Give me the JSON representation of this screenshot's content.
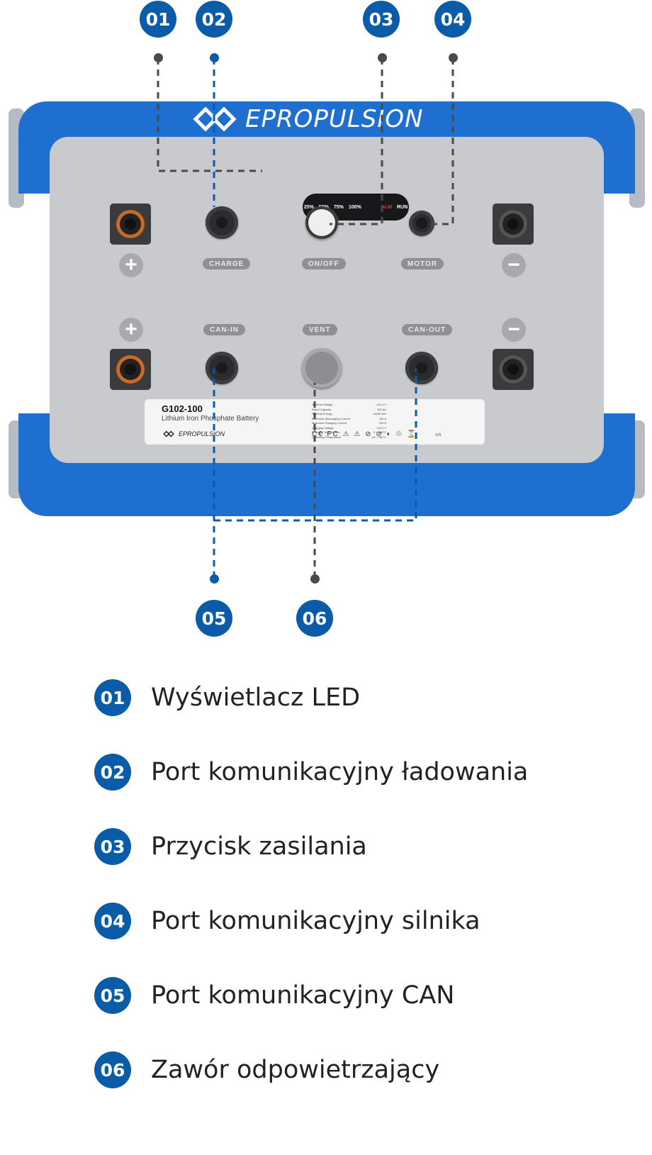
{
  "callouts": {
    "top": [
      "01",
      "02",
      "03",
      "04"
    ],
    "bottom": [
      "05",
      "06"
    ]
  },
  "battery": {
    "brand": "EPROPULSION",
    "led_levels": [
      "25%",
      "50%",
      "75%",
      "100%"
    ],
    "led_alm": "ALM",
    "led_run": "RUN",
    "ports": {
      "charge": "CHARGE",
      "onoff": "ON/OFF",
      "motor": "MOTOR",
      "can_in": "CAN-IN",
      "vent": "VENT",
      "can_out": "CAN-OUT"
    },
    "signs": {
      "plus": "+",
      "minus": "−"
    },
    "label": {
      "model": "G102-100",
      "subtitle": "Lithium Iron Phosphate Battery",
      "brand": "EPROPULSION",
      "specs_left": [
        {
          "k": "Nominal Voltage",
          "v": "102.4 V"
        },
        {
          "k": "Rated Capacity",
          "v": "100 AH"
        },
        {
          "k": "Nominal Energy",
          "v": "10240 WH"
        },
        {
          "k": "Maximum Discharging Current",
          "v": "150 A"
        }
      ],
      "specs_right": [
        {
          "k": "Maximum Charging Current",
          "v": "100 A"
        },
        {
          "k": "Charging Voltage",
          "v": "115.2 V"
        },
        {
          "k": "Charging Temperature",
          "v": "0 ~ +55°C"
        },
        {
          "k": "Operating Temperature",
          "v": "-10 ~ +60°C"
        }
      ],
      "cert": "C€ FC ⚠ ⚠ ⊘ ⊘ ◐ ♲ ⌛",
      "sn_label": "S/N"
    }
  },
  "legend": [
    {
      "num": "01",
      "text": "Wyświetlacz LED"
    },
    {
      "num": "02",
      "text": "Port komunikacyjny ładowania"
    },
    {
      "num": "03",
      "text": "Przycisk zasilania"
    },
    {
      "num": "04",
      "text": "Port komunikacyjny silnika"
    },
    {
      "num": "05",
      "text": "Port komunikacyjny CAN"
    },
    {
      "num": "06",
      "text": "Zawór odpowietrzający"
    }
  ],
  "colors": {
    "badge": "#0a5ba8",
    "frame": "#1f6fd0",
    "leader_gray": "#4a4a4a",
    "leader_blue": "#0a5ba8"
  }
}
